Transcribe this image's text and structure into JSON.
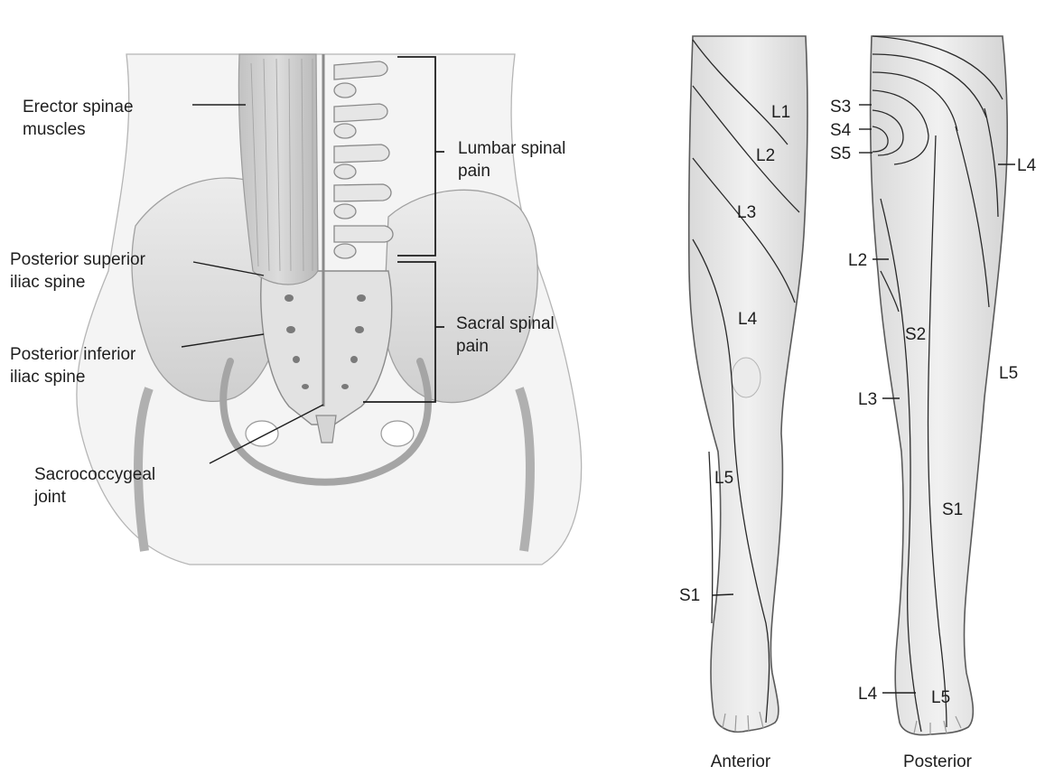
{
  "pelvis": {
    "labels": {
      "erector_1": "Erector spinae",
      "erector_2": "muscles",
      "psis_1": "Posterior superior",
      "psis_2": "iliac spine",
      "piis_1": "Posterior inferior",
      "piis_2": "iliac spine",
      "sacro_1": "Sacrococcygeal",
      "sacro_2": "joint",
      "lumbar_1": "Lumbar spinal",
      "lumbar_2": "pain",
      "sacral_1": "Sacral spinal",
      "sacral_2": "pain"
    }
  },
  "anterior_leg": {
    "caption": "Anterior",
    "dermatomes": [
      "L1",
      "L2",
      "L3",
      "L4",
      "L5",
      "S1"
    ]
  },
  "posterior_leg": {
    "caption": "Posterior",
    "dermatomes": [
      "S3",
      "S4",
      "S5",
      "L4",
      "L2",
      "S2",
      "L5",
      "L3",
      "S1",
      "L4",
      "L5"
    ]
  }
}
